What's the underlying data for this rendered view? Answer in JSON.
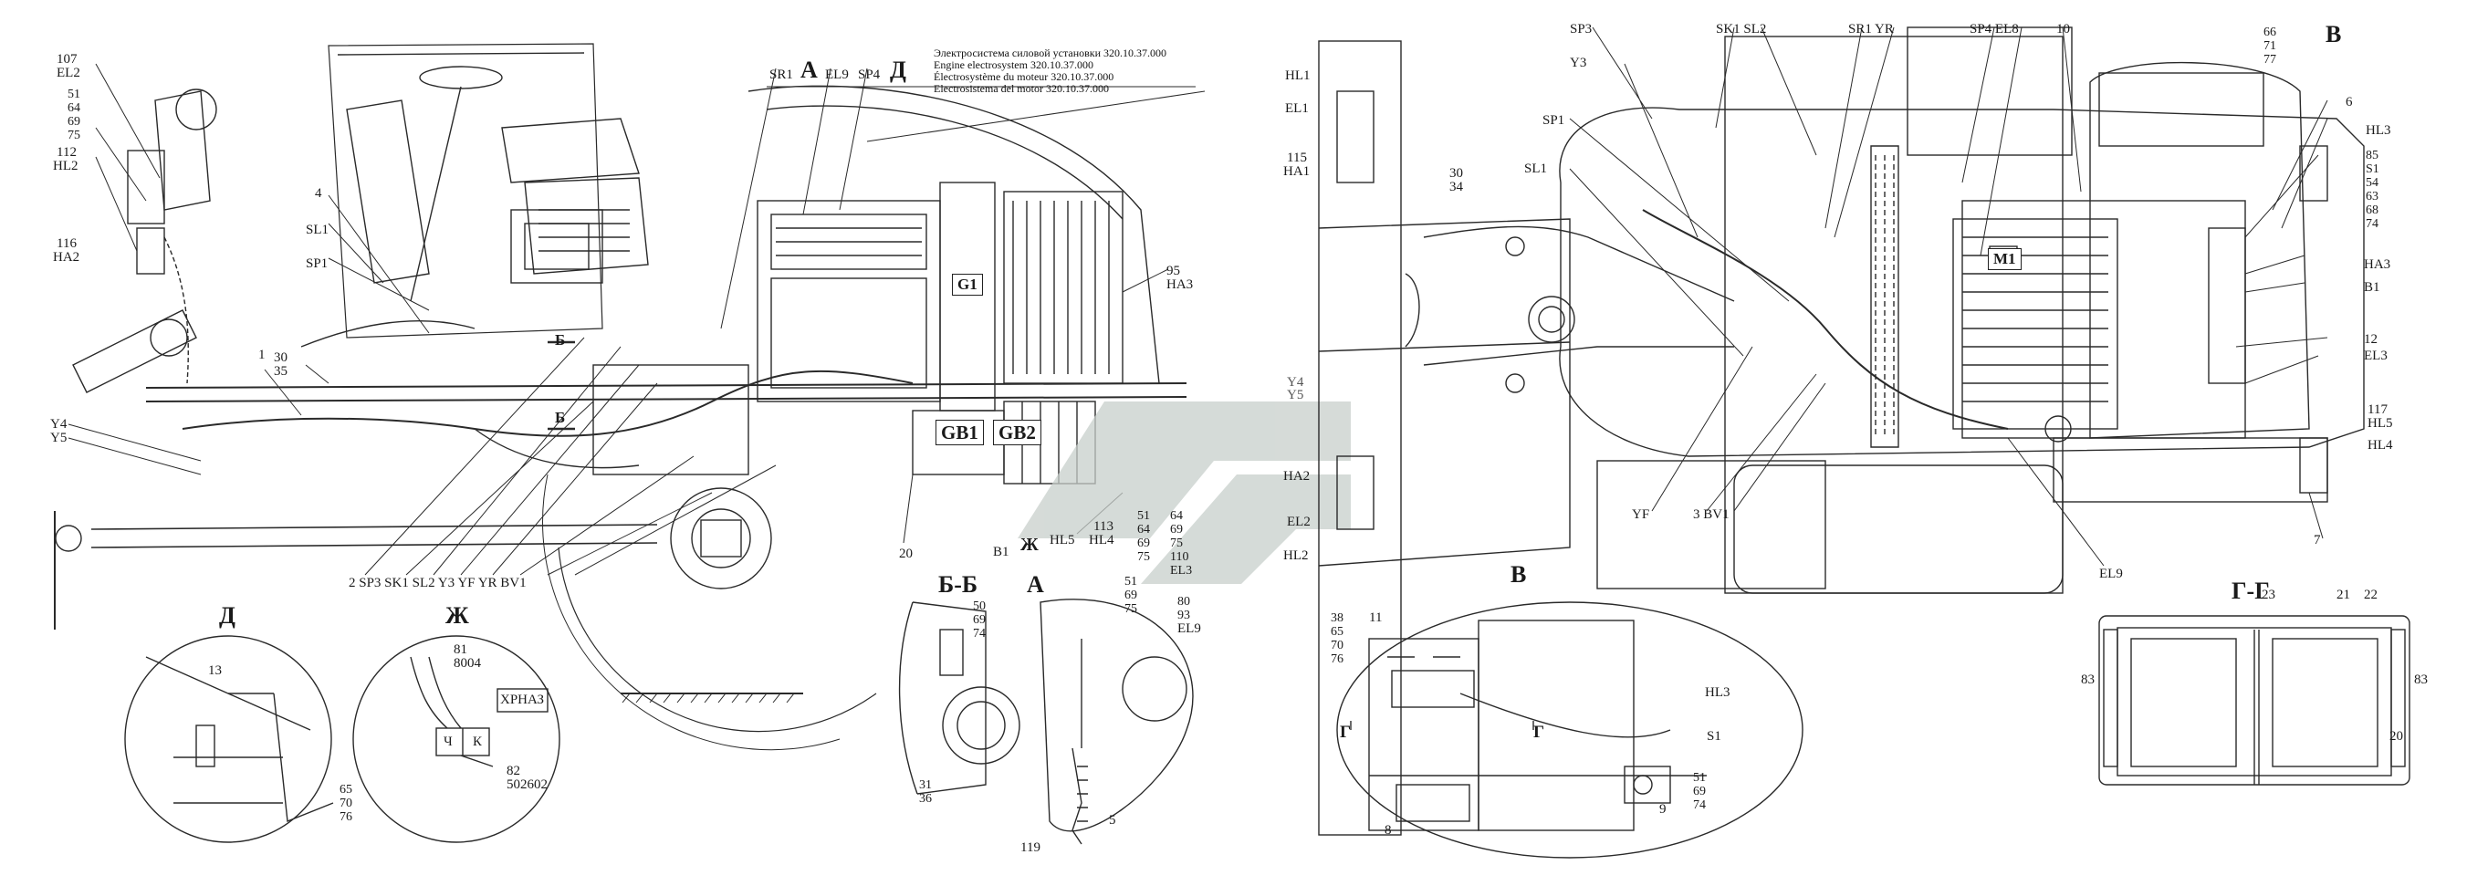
{
  "title_lines": [
    "Электросистема силовой установки 320.10.37.000",
    "Engine electrosystem 320.10.37.000",
    "Électrosystème du moteur 320.10.37.000",
    "Electrosistema del motor 320.10.37.000"
  ],
  "section_letters": {
    "A_main": "А",
    "D_main": "Д",
    "V_main": "В",
    "D_detail": "Д",
    "Zh_detail": "Ж",
    "BB_detail": "Б-Б",
    "A_detail": "А",
    "V_detail": "В",
    "GG_detail": "Г-Г",
    "B_cut_top": "Б",
    "B_cut_bot": "Б",
    "Zh_arrow": "Ж",
    "G_cut_left": "Г",
    "G_cut_right": "Г"
  },
  "components": {
    "GB1": "GB1",
    "GB2": "GB2",
    "G1": "G1",
    "M1": "M1",
    "XPHA3": "ХРНАЗ",
    "CH": "Ч",
    "K": "К"
  },
  "labels": {
    "107": "107",
    "EL2_l": "EL2",
    "112": "112",
    "HL2_l": "HL2",
    "116": "116",
    "HA2_l": "HA2",
    "4": "4",
    "SL1_l": "SL1",
    "SP1_l": "SP1",
    "1": "1",
    "30a": "30",
    "35a": "35",
    "Y4_l": "Y4",
    "Y5_l": "Y5",
    "SR1_l": "SR1",
    "EL9_l": "EL9",
    "SP4_l": "SP4",
    "95": "95",
    "HA3_l": "HA3",
    "20_l": "20",
    "B1_l": "B1",
    "HL5_l": "HL5",
    "HL4_l": "HL4",
    "113": "113",
    "bottom_row": "2 SP3  SK1 SL2  Y3  YF  YR  BV1",
    "13": "13",
    "81": "81",
    "8004": "8004",
    "82": "82",
    "502602": "502602",
    "5": "5",
    "119": "119",
    "EL9_det": "EL9",
    "HL1_m": "HL1",
    "EL1_m": "EL1",
    "115": "115",
    "HA1_m": "HA1",
    "30b": "30",
    "34": "34",
    "Y4_m": "Y4",
    "Y5_m": "Y5",
    "HA2_m": "HA2",
    "EL2_m": "EL2",
    "HL2_m": "HL2",
    "SP3_r": "SP3",
    "Y3_r": "Y3",
    "SP1_r": "SP1",
    "SL1_r": "SL1",
    "top_row_r": "SK1 SL2",
    "SR1YR": "SR1  YR",
    "SP4EL8": "SP4 EL8",
    "10": "10",
    "YF_r": "YF",
    "3BV1": "3  BV1",
    "EL9_r": "EL9",
    "6": "6",
    "HL3_r": "HL3",
    "HA3_r": "HA3",
    "B1_r": "B1",
    "12": "12",
    "EL3_r": "EL3",
    "117": "117",
    "HL5_r": "HL5",
    "HL4_r": "HL4",
    "7": "7",
    "11": "11",
    "HL3_v": "HL3",
    "S1_v": "S1",
    "8": "8",
    "9": "9",
    "23": "23",
    "21": "21",
    "22": "22",
    "83a": "83",
    "83b": "83",
    "20_g": "20"
  },
  "stacks": {
    "s_left_top": [
      "51",
      "64",
      "69",
      "75"
    ],
    "s_right_top": [
      "66",
      "71",
      "77"
    ],
    "s_right_mid": [
      "85",
      "S1",
      "54",
      "63",
      "68",
      "74"
    ],
    "s_mid_a": [
      "51",
      "64",
      "69",
      "75",
      "110",
      "EL3"
    ],
    "s_det_a": [
      "51",
      "69",
      "75"
    ],
    "s_det_a2": [
      "80",
      "93"
    ],
    "s_bb": [
      "50",
      "69",
      "74"
    ],
    "s_bb_bot": [
      "31",
      "36"
    ],
    "s_v_left": [
      "38",
      "65",
      "70",
      "76"
    ],
    "s_v_right": [
      "51",
      "69",
      "74"
    ],
    "s_d_bot": [
      "65",
      "70",
      "76"
    ]
  }
}
